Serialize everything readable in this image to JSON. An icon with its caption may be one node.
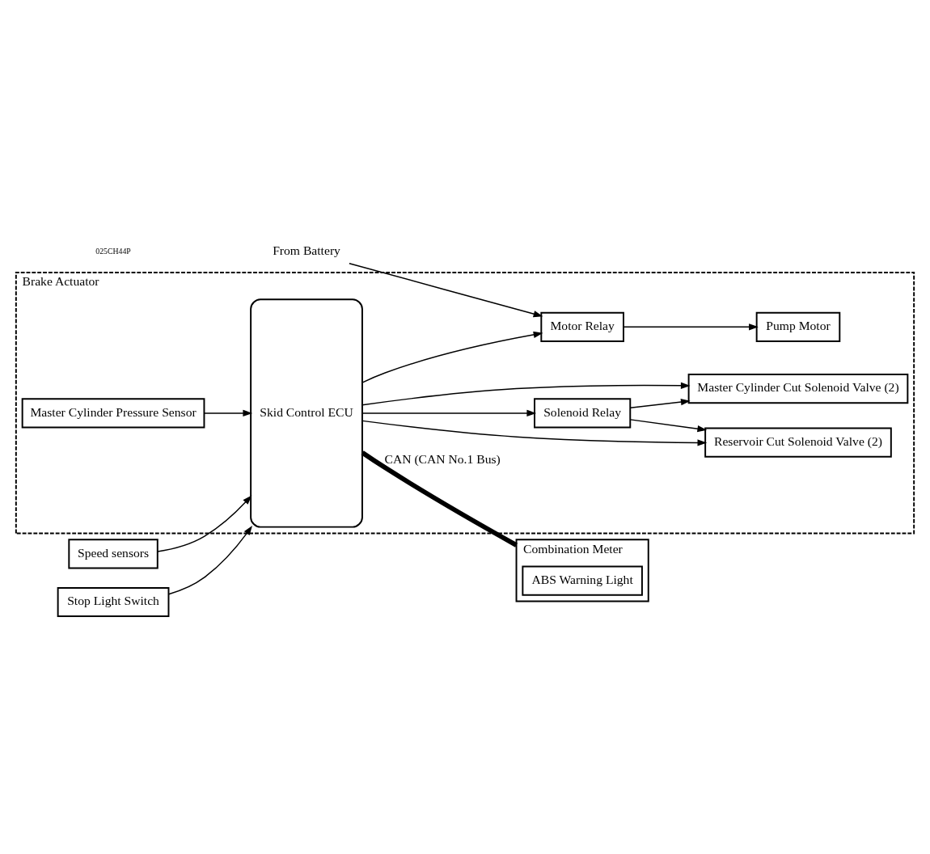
{
  "diagram": {
    "nodes": [
      {
        "text": [
          "Brake Actuator"
        ]
      },
      {
        "text": [
          "Skid Control ECU"
        ],
        "in": 0
      },
      {
        "text": [
          "Solenoid Relay"
        ],
        "in": 0
      },
      {
        "text": [
          "Master Cylinder Cut Solenoid Valve (2)"
        ],
        "in": 0
      },
      {
        "text": [
          "Reservoir Cut Solenoid Valve (2)"
        ],
        "in": 0
      },
      {
        "text": [
          "Master Cylinder Pressure Sensor"
        ],
        "in": 0
      },
      {
        "text": [
          "Pump Motor"
        ],
        "in": 0
      },
      {
        "text": [
          "Motor Relay"
        ],
        "in": 0
      },
      {
        "text": [
          "Speed sensors"
        ]
      },
      {
        "text": [
          "Stop Light Switch"
        ]
      },
      {
        "text": [
          "Combination Meter"
        ]
      },
      {
        "text": [
          "ABS Warning Light"
        ],
        "in": 10
      },
      {
        "text": [
          "From Battery"
        ]
      }
    ],
    "edges": [
      {
        "from": 8,
        "to": 1,
        "arrow": "to"
      },
      {
        "from": 9,
        "to": 1,
        "arrow": "to"
      },
      {
        "from": 1,
        "to": 2,
        "arrow": "to"
      },
      {
        "from": 1,
        "to": 3,
        "arrow": "to"
      },
      {
        "from": 1,
        "to": 4,
        "arrow": "to"
      },
      {
        "from": 2,
        "to": 3,
        "arrow": "to"
      },
      {
        "from": 2,
        "to": 4,
        "arrow": "to"
      },
      {
        "from": 5,
        "to": 1,
        "arrow": "to"
      },
      {
        "from": 1,
        "to": 7,
        "arrow": "to"
      },
      {
        "from": 7,
        "to": 6,
        "arrow": "to"
      },
      {
        "from": 12,
        "to": 7,
        "arrow": "to"
      },
      {
        "from": 1,
        "to": 10,
        "arrow": "none",
        "label": "CAN (CAN No.1 Bus)",
        "style": "thick"
      }
    ],
    "labels": [
      "025CH44P"
    ]
  }
}
